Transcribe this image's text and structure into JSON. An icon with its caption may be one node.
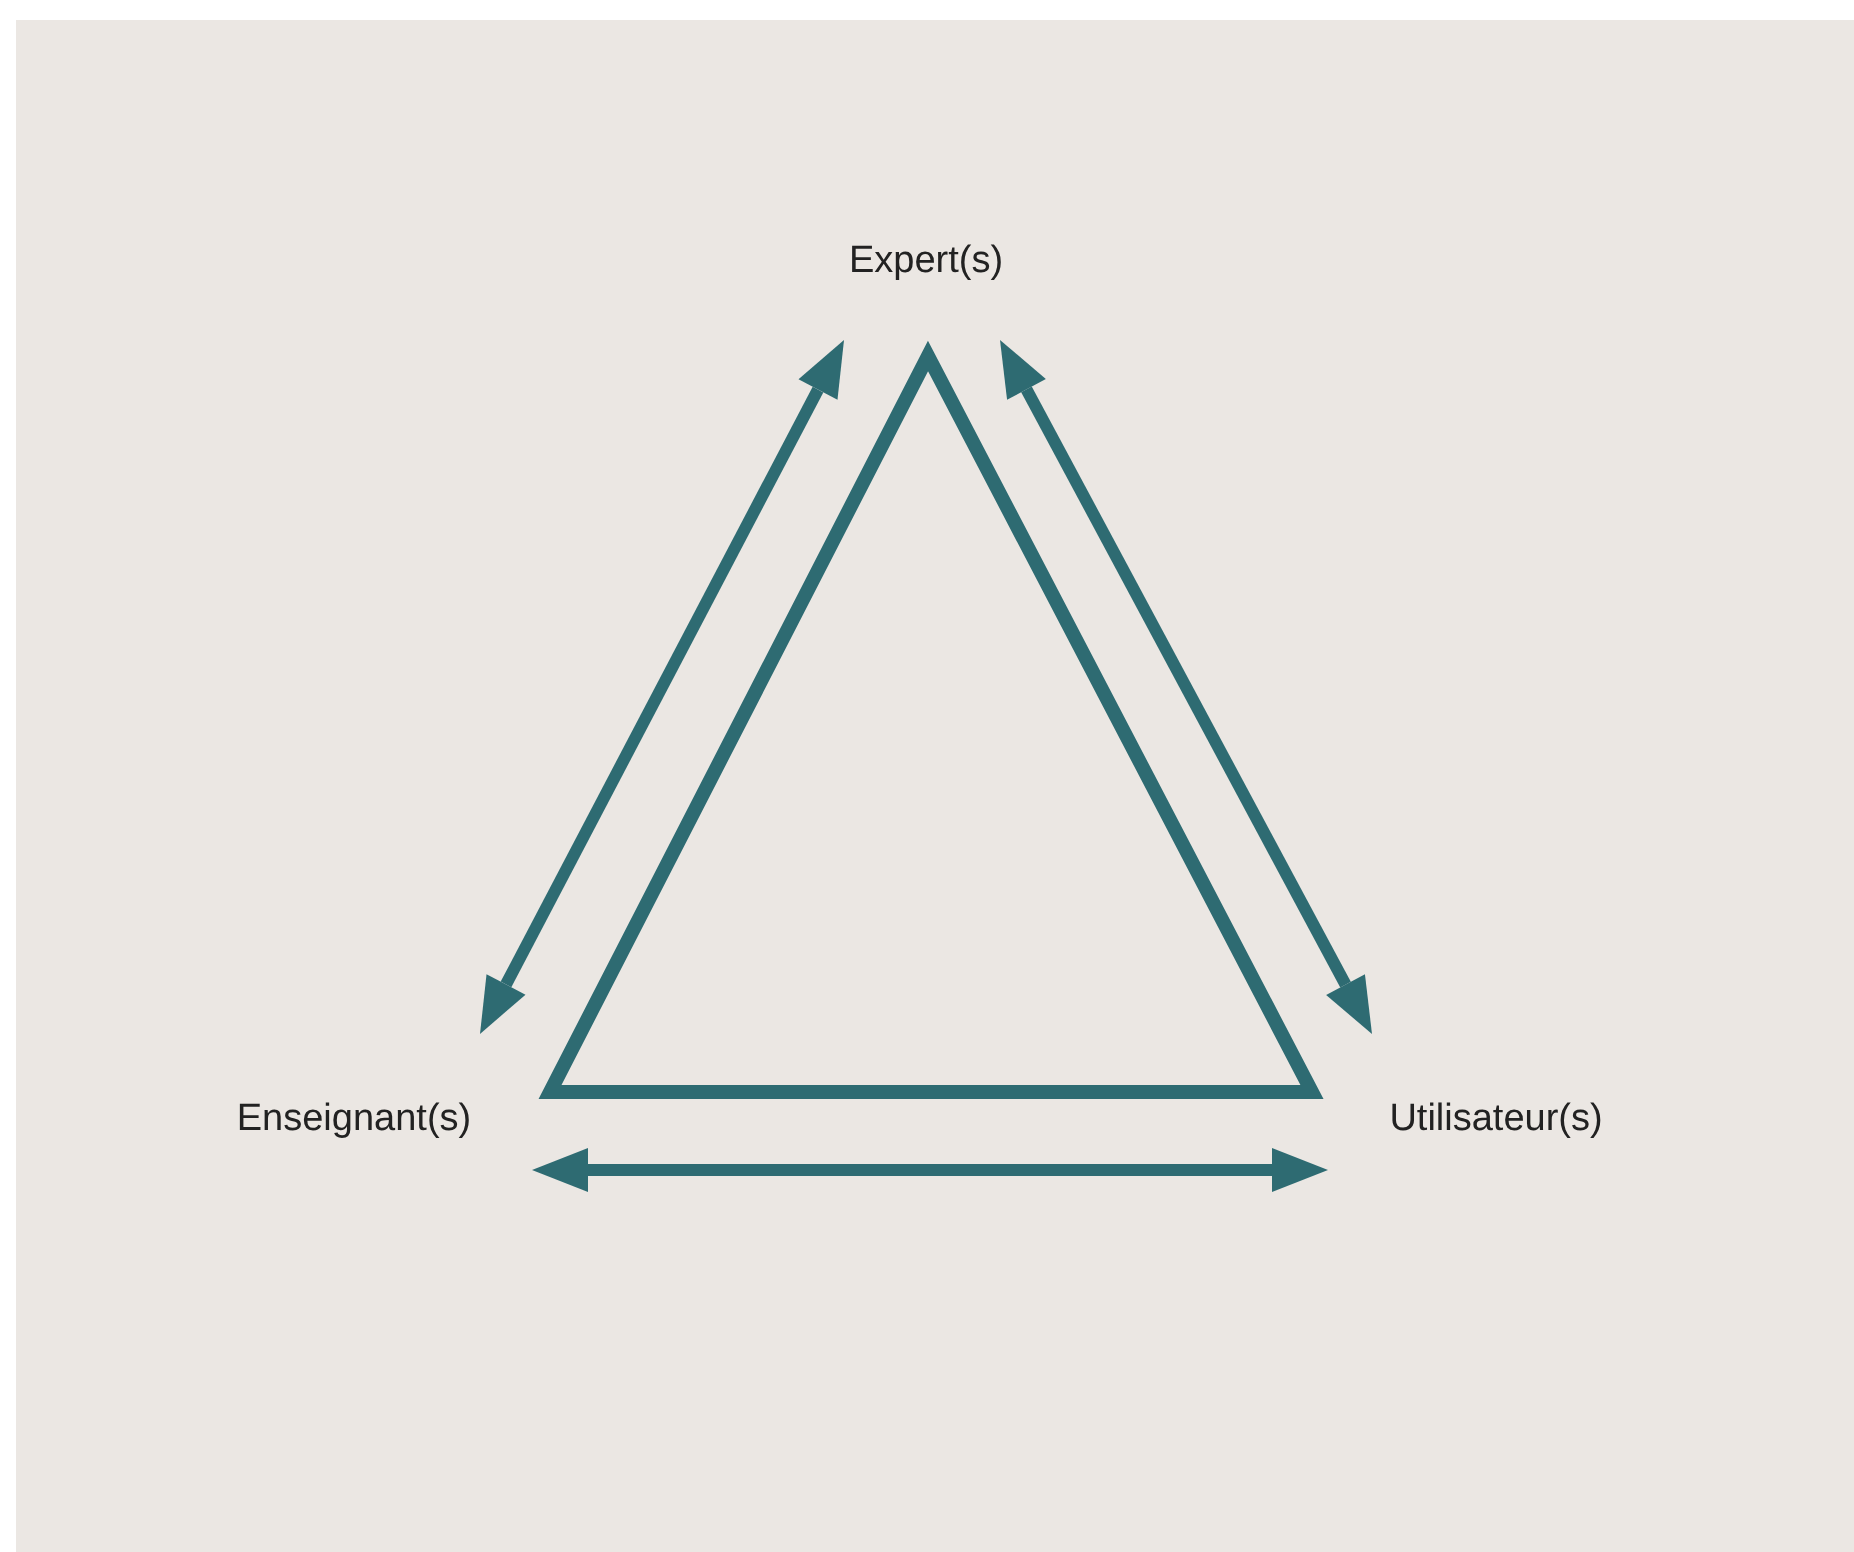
{
  "diagram": {
    "nodes": [
      {
        "text": [
          "Expert(s)"
        ]
      },
      {
        "text": [
          "Enseignant(s)"
        ]
      },
      {
        "text": [
          "Utilisateur(s)"
        ]
      }
    ],
    "edges": [
      {
        "from": 0,
        "to": 1,
        "arrow": "both"
      },
      {
        "from": 0,
        "to": 2,
        "arrow": "both"
      },
      {
        "from": 1,
        "to": 2,
        "arrow": "both"
      }
    ]
  }
}
